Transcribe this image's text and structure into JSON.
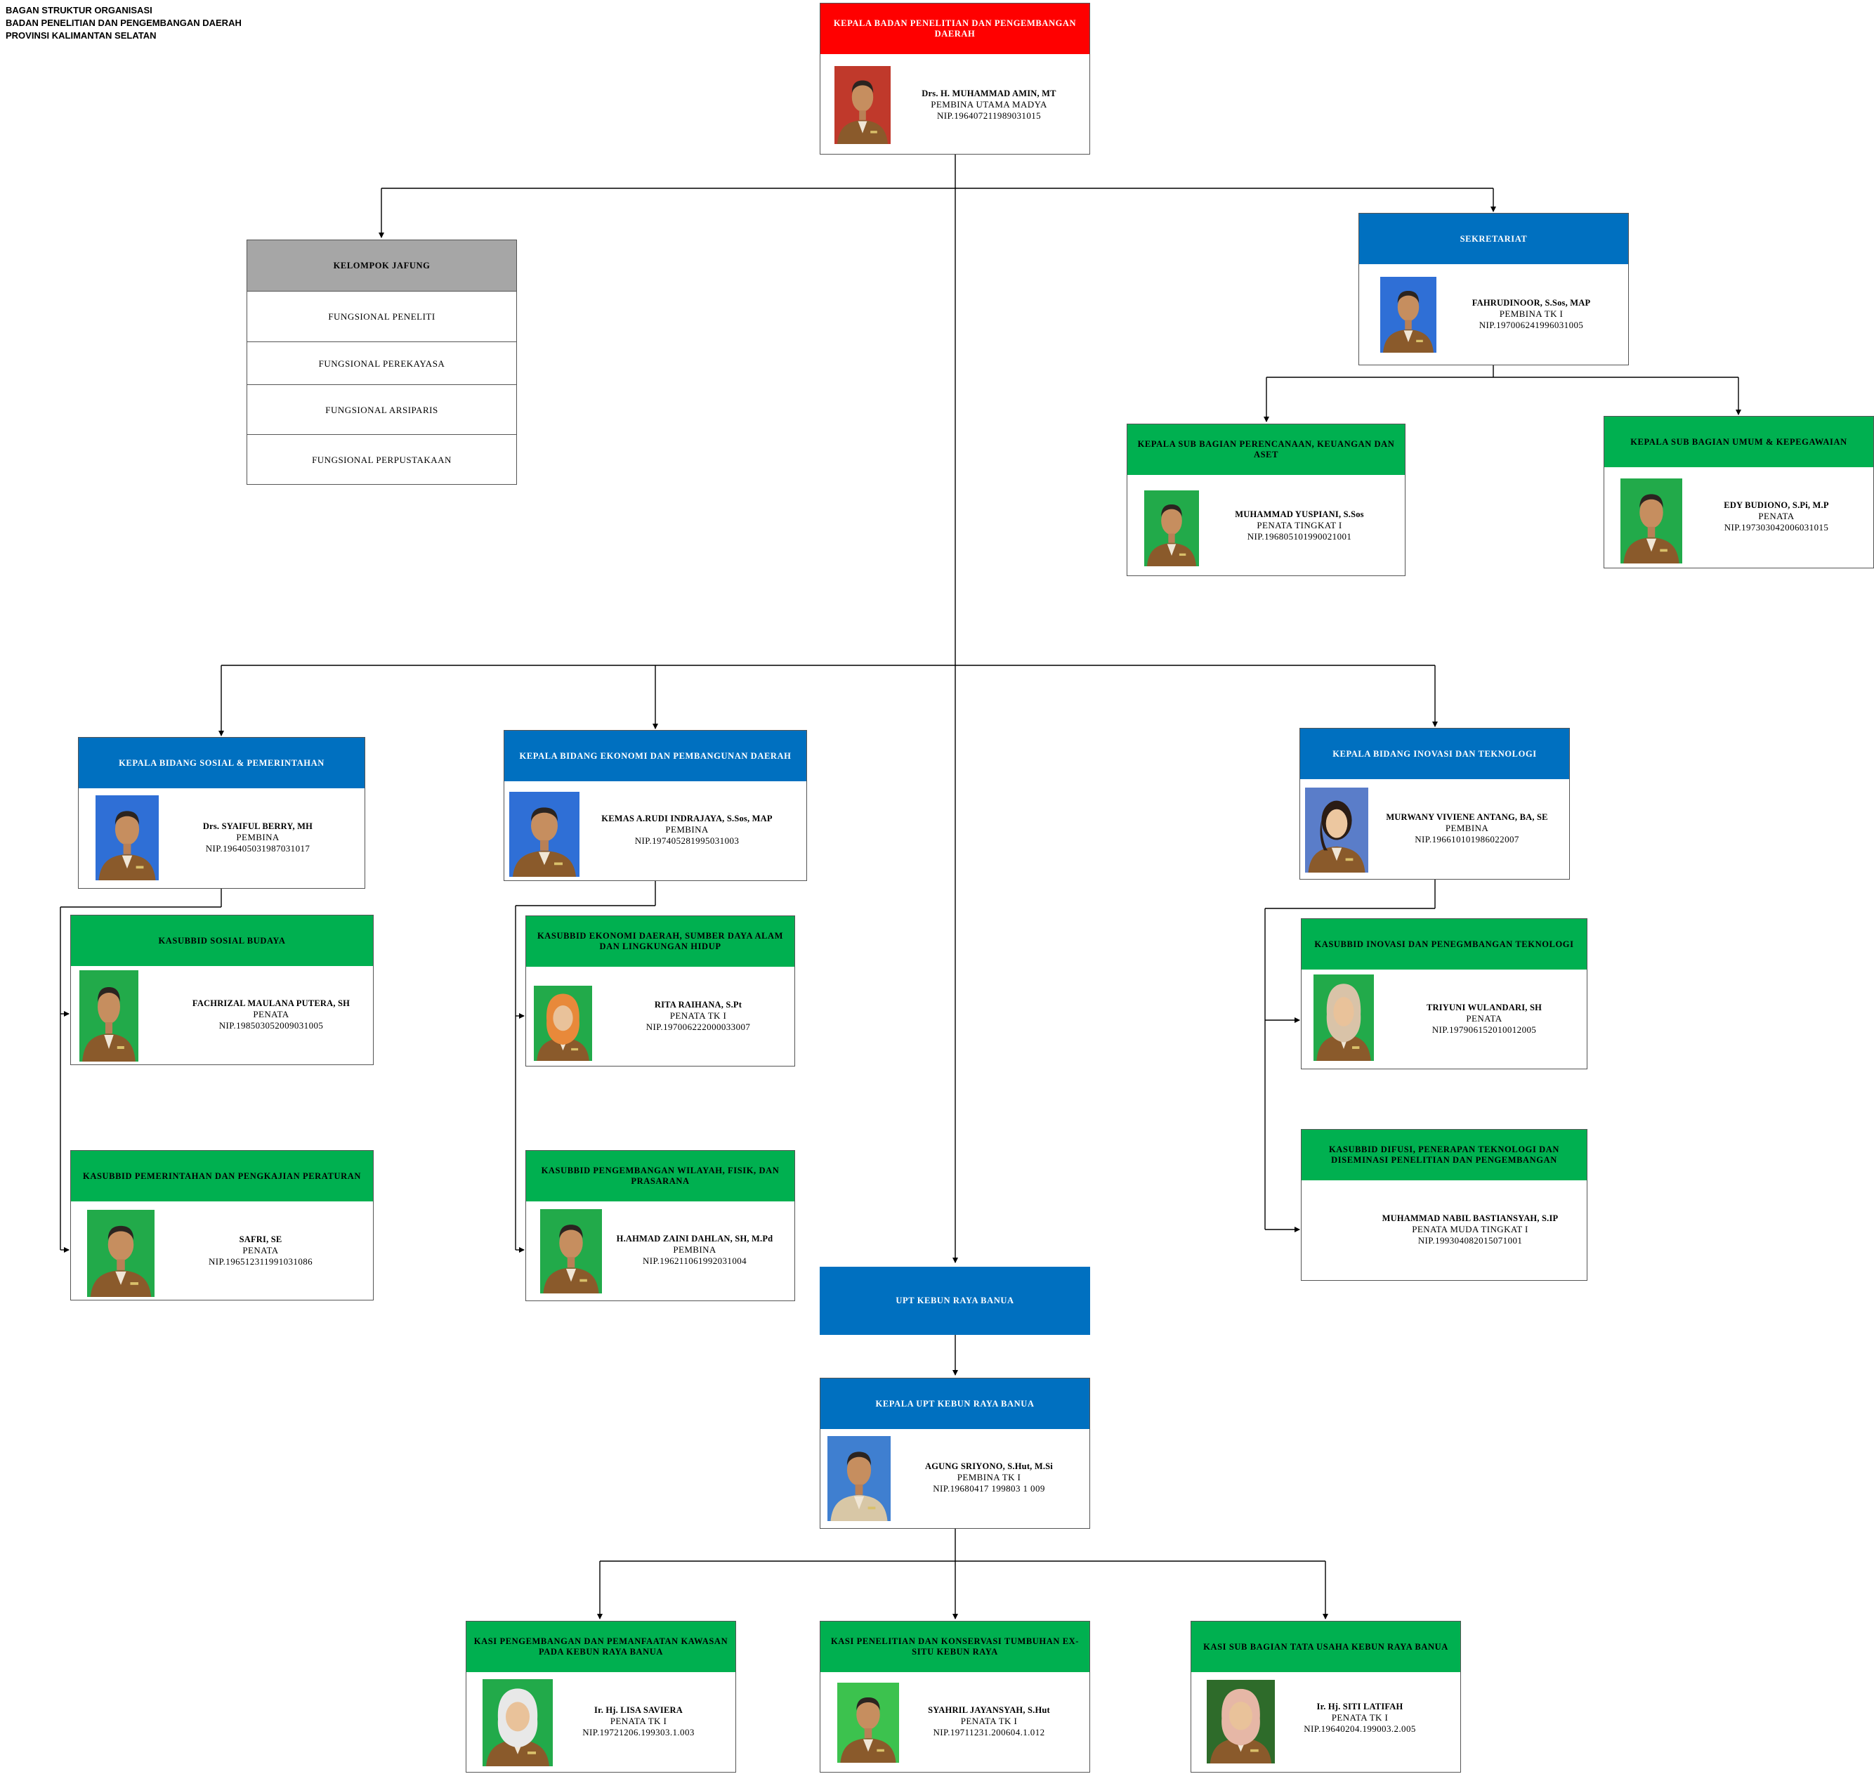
{
  "page": {
    "title_lines": [
      "BAGAN STRUKTUR ORGANISASI",
      "BADAN PENELITIAN DAN PENGEMBANGAN DAERAH",
      "PROVINSI KALIMANTAN SELATAN"
    ]
  },
  "kepala": {
    "title": "KEPALA BADAN PENELITIAN DAN PENGEMBANGAN DAERAH",
    "name": "Drs. H. MUHAMMAD AMIN, MT",
    "rank": "PEMBINA UTAMA MADYA",
    "nip": "NIP.196407211989031015"
  },
  "jafung": {
    "title": "KELOMPOK JAFUNG",
    "items": [
      "FUNGSIONAL PENELITI",
      "FUNGSIONAL PEREKAYASA",
      "FUNGSIONAL ARSIPARIS",
      "FUNGSIONAL PERPUSTAKAAN"
    ]
  },
  "sekretariat": {
    "title": "SEKRETARIAT",
    "name": "FAHRUDINOOR, S.Sos, MAP",
    "rank": "PEMBINA TK I",
    "nip": "NIP.197006241996031005"
  },
  "subbag_perencanaan": {
    "title": "KEPALA SUB BAGIAN PERENCANAAN, KEUANGAN DAN ASET",
    "name": "MUHAMMAD YUSPIANI, S.Sos",
    "rank": "PENATA TINGKAT I",
    "nip": "NIP.196805101990021001"
  },
  "subbag_umum": {
    "title": "KEPALA SUB BAGIAN UMUM & KEPEGAWAIAN",
    "name": "EDY BUDIONO, S.Pi, M.P",
    "rank": "PENATA",
    "nip": "NIP.197303042006031015"
  },
  "bidang_sosial": {
    "title": "KEPALA BIDANG SOSIAL & PEMERINTAHAN",
    "name": "Drs. SYAIFUL BERRY, MH",
    "rank": "PEMBINA",
    "nip": "NIP.196405031987031017"
  },
  "bidang_ekonomi": {
    "title": "KEPALA BIDANG EKONOMI DAN PEMBANGUNAN DAERAH",
    "name": "KEMAS A.RUDI INDRAJAYA, S.Sos, MAP",
    "rank": "PEMBINA",
    "nip": "NIP.197405281995031003"
  },
  "bidang_inovasi": {
    "title": "KEPALA BIDANG INOVASI DAN TEKNOLOGI",
    "name": "MURWANY VIVIENE ANTANG, BA, SE",
    "rank": "PEMBINA",
    "nip": "NIP.196610101986022007"
  },
  "kasubbid_sosbud": {
    "title": "KASUBBID SOSIAL BUDAYA",
    "name": "FACHRIZAL MAULANA PUTERA, SH",
    "rank": "PENATA",
    "nip": "NIP.198503052009031005"
  },
  "kasubbid_pemerintahan": {
    "title": "KASUBBID PEMERINTAHAN DAN PENGKAJIAN PERATURAN",
    "name": "SAFRI, SE",
    "rank": "PENATA",
    "nip": "NIP.196512311991031086"
  },
  "kasubbid_ekonomi": {
    "title": "KASUBBID EKONOMI DAERAH, SUMBER DAYA ALAM DAN LINGKUNGAN HIDUP",
    "name": "RITA RAIHANA, S.Pt",
    "rank": "PENATA TK I",
    "nip": "NIP.197006222000033007"
  },
  "kasubbid_wilayah": {
    "title": "KASUBBID PENGEMBANGAN WILAYAH, FISIK, DAN PRASARANA",
    "name": "H.AHMAD ZAINI DAHLAN, SH, M.Pd",
    "rank": "PEMBINA",
    "nip": "NIP.196211061992031004"
  },
  "kasubbid_inovasi": {
    "title": "KASUBBID INOVASI DAN PENEGMBANGAN TEKNOLOGI",
    "name": "TRIYUNI WULANDARI, SH",
    "rank": "PENATA",
    "nip": "NIP.197906152010012005"
  },
  "kasubbid_difusi": {
    "title": "KASUBBID DIFUSI, PENERAPAN TEKNOLOGI DAN DISEMINASI PENELITIAN DAN PENGEMBANGAN",
    "name": "MUHAMMAD NABIL BASTIANSYAH, S.IP",
    "rank": "PENATA MUDA TINGKAT I",
    "nip": "NIP.199304082015071001"
  },
  "upt": {
    "title": "UPT KEBUN RAYA BANUA"
  },
  "kepala_upt": {
    "title": "KEPALA UPT KEBUN RAYA BANUA",
    "name": "AGUNG SRIYONO, S.Hut, M.Si",
    "rank": "PEMBINA TK I",
    "nip": "NIP.19680417 199803 1 009"
  },
  "kasi_pengembangan": {
    "title": "KASI PENGEMBANGAN DAN PEMANFAATAN KAWASAN PADA KEBUN RAYA BANUA",
    "name": "Ir. Hj. LISA SAVIERA",
    "rank": "PENATA TK I",
    "nip": "NIP.19721206.199303.1.003"
  },
  "kasi_penelitian": {
    "title": "KASI PENELITIAN DAN KONSERVASI TUMBUHAN EX-SITU KEBUN RAYA",
    "name": "SYAHRIL JAYANSYAH, S.Hut",
    "rank": "PENATA TK I",
    "nip": "NIP.19711231.200604.1.012"
  },
  "kasubbag_tu": {
    "title": "KASI SUB BAGIAN TATA USAHA KEBUN RAYA BANUA",
    "name": "Ir. Hj. SITI LATIFAH",
    "rank": "PENATA TK I",
    "nip": "NIP.19640204.199003.2.005"
  },
  "colors": {
    "red": "#ff0000",
    "blue": "#0070c0",
    "green": "#00b050",
    "gray": "#a6a6a6",
    "uniform": "#8a5a2b",
    "photo_bg_red": "#c0392b",
    "photo_bg_blue": "#2f6fd6",
    "photo_bg_green": "#22aa4a"
  }
}
